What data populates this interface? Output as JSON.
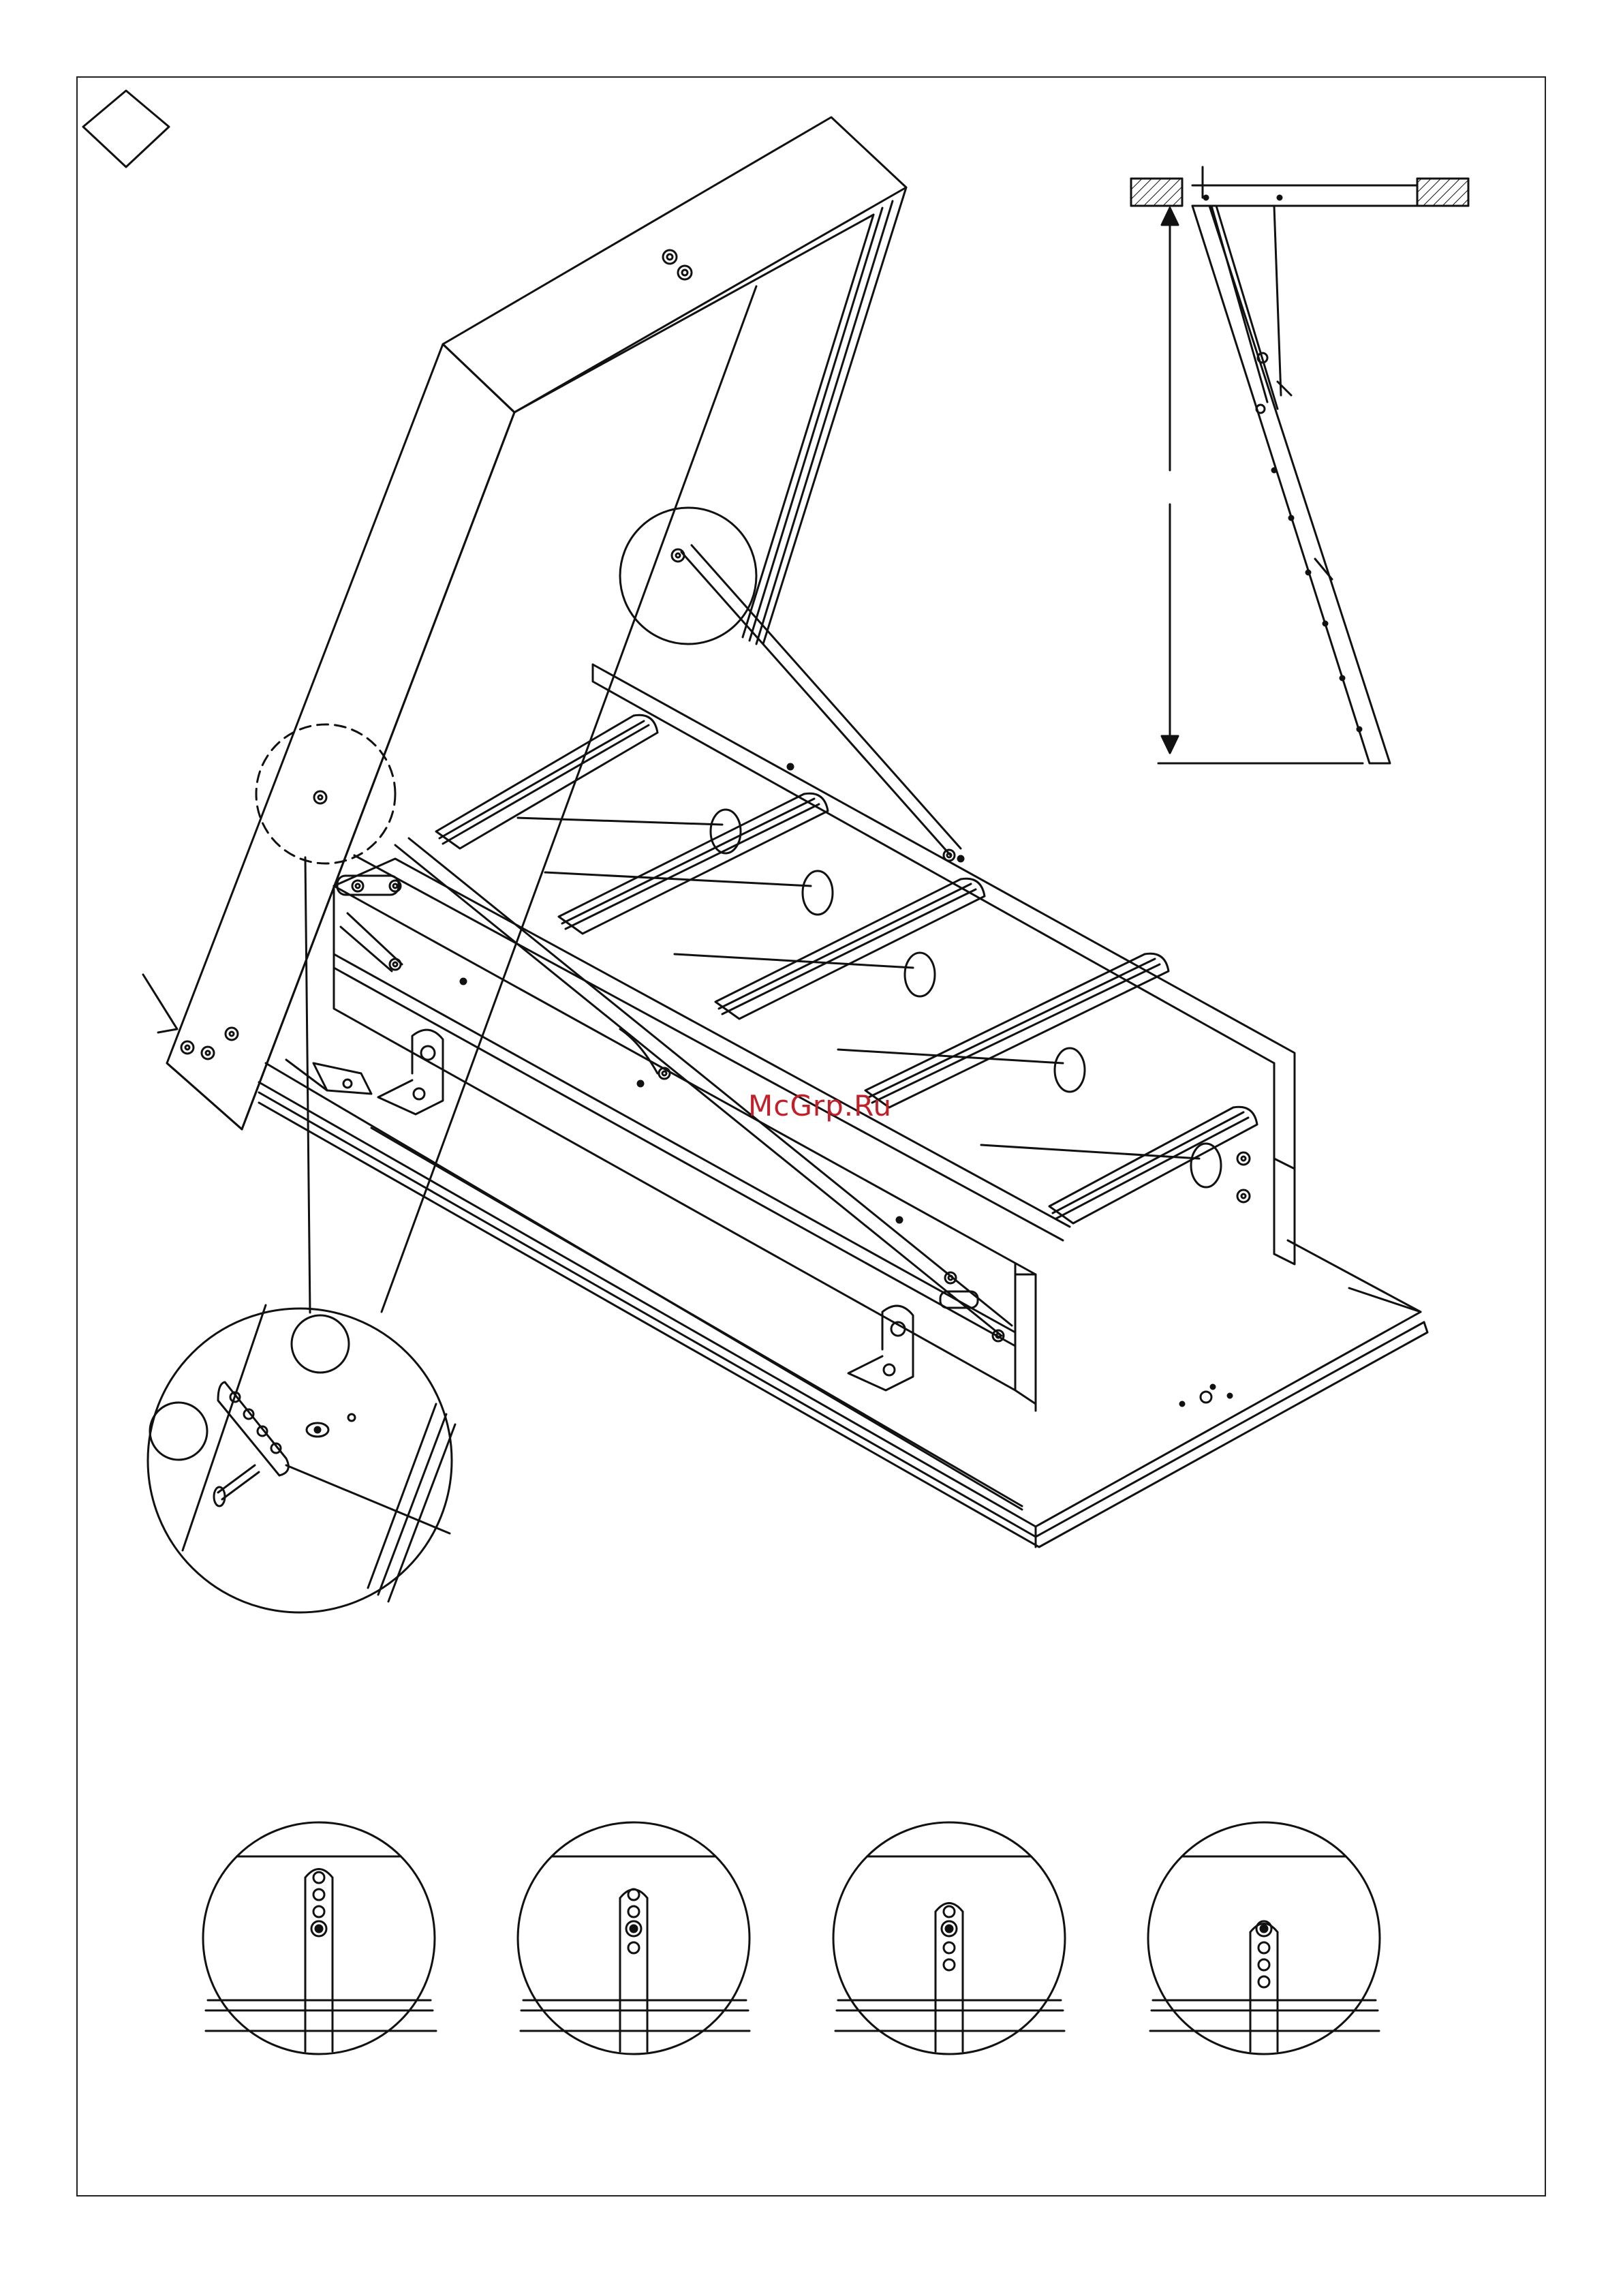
{
  "watermark": {
    "text": "McGrp.Ru",
    "color": "#c0202a"
  },
  "colors": {
    "line": "#111111",
    "paper": "#ffffff",
    "hatch": "#111111"
  },
  "figures": {
    "main": "ladder-isometric",
    "side": "side-elevation",
    "step_marker": "diamond-step-icon",
    "details": [
      "hinge-detail-circle",
      "adjust-position-1",
      "adjust-position-2",
      "adjust-position-3",
      "adjust-position-4"
    ]
  },
  "adjustment_positions": [
    1,
    2,
    3,
    4
  ]
}
